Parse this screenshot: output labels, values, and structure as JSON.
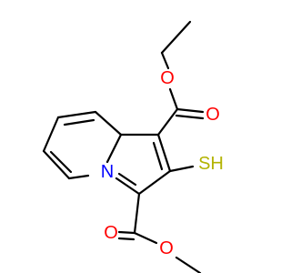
{
  "molecule": {
    "atoms": {
      "ring_nitrogen": "N",
      "ester1_ether_oxygen": "O",
      "ester1_carbonyl_oxygen": "O",
      "ester2_carbonyl_oxygen": "O",
      "ester2_ether_oxygen": "O",
      "thiol": "SH"
    },
    "colors": {
      "bond": "#000000",
      "nitrogen": "#0000ff",
      "oxygen": "#ff0000",
      "sulfur": "#b3b300"
    }
  }
}
